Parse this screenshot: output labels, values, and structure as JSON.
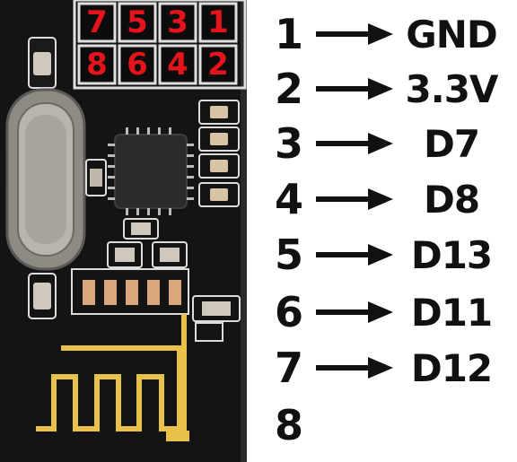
{
  "module": {
    "header_pins": [
      [
        "7",
        "5",
        "3",
        "1"
      ],
      [
        "8",
        "6",
        "4",
        "2"
      ]
    ],
    "pin_label_color": "#e4131c",
    "board_color": "#121212",
    "antenna_color": "#e8c14a"
  },
  "pinout": [
    {
      "pin": "1",
      "signal": "GND"
    },
    {
      "pin": "2",
      "signal": "3.3V"
    },
    {
      "pin": "3",
      "signal": "D7"
    },
    {
      "pin": "4",
      "signal": "D8"
    },
    {
      "pin": "5",
      "signal": "D13"
    },
    {
      "pin": "6",
      "signal": "D11"
    },
    {
      "pin": "7",
      "signal": "D12"
    },
    {
      "pin": "8",
      "signal": ""
    }
  ],
  "arrow_icon": "right-arrow-icon"
}
